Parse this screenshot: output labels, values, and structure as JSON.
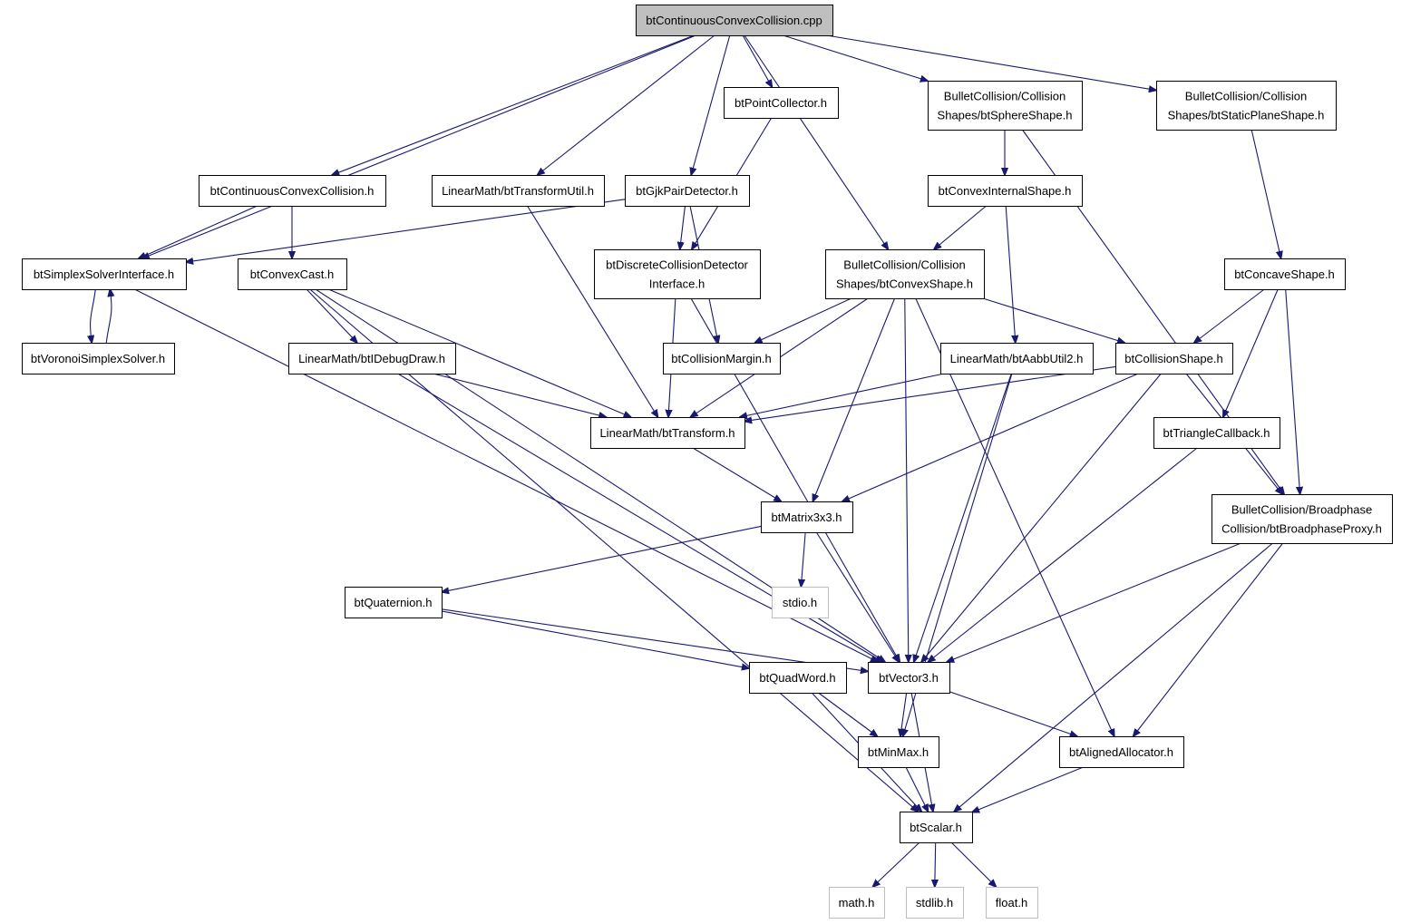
{
  "diagram": {
    "title": "btContinuousConvexCollision.cpp",
    "colors": {
      "edge": "#191970",
      "root_fill": "#bfbfbf",
      "system_border": "#bfbfbf"
    },
    "nodes": [
      {
        "id": "root",
        "lines": [
          "btContinuousConvexCollision.cpp"
        ],
        "kind": "root"
      },
      {
        "id": "pointcollector",
        "lines": [
          "btPointCollector.h"
        ]
      },
      {
        "id": "sphereshape",
        "lines": [
          "BulletCollision/Collision",
          "Shapes/btSphereShape.h"
        ]
      },
      {
        "id": "staticplane",
        "lines": [
          "BulletCollision/Collision",
          "Shapes/btStaticPlaneShape.h"
        ]
      },
      {
        "id": "ccc_h",
        "lines": [
          "btContinuousConvexCollision.h"
        ]
      },
      {
        "id": "transformutil",
        "lines": [
          "LinearMath/btTransformUtil.h"
        ]
      },
      {
        "id": "gjkpair",
        "lines": [
          "btGjkPairDetector.h"
        ]
      },
      {
        "id": "convexinternal",
        "lines": [
          "btConvexInternalShape.h"
        ]
      },
      {
        "id": "simplexsolver",
        "lines": [
          "btSimplexSolverInterface.h"
        ]
      },
      {
        "id": "convexcast",
        "lines": [
          "btConvexCast.h"
        ]
      },
      {
        "id": "discrete",
        "lines": [
          "btDiscreteCollisionDetector",
          "Interface.h"
        ]
      },
      {
        "id": "convexshape",
        "lines": [
          "BulletCollision/Collision",
          "Shapes/btConvexShape.h"
        ]
      },
      {
        "id": "concave",
        "lines": [
          "btConcaveShape.h"
        ]
      },
      {
        "id": "voronoi",
        "lines": [
          "btVoronoiSimplexSolver.h"
        ]
      },
      {
        "id": "idebugdraw",
        "lines": [
          "LinearMath/btIDebugDraw.h"
        ]
      },
      {
        "id": "collisionmargin",
        "lines": [
          "btCollisionMargin.h"
        ]
      },
      {
        "id": "aabbutil",
        "lines": [
          "LinearMath/btAabbUtil2.h"
        ]
      },
      {
        "id": "collisionshape",
        "lines": [
          "btCollisionShape.h"
        ]
      },
      {
        "id": "transform",
        "lines": [
          "LinearMath/btTransform.h"
        ]
      },
      {
        "id": "trianglecb",
        "lines": [
          "btTriangleCallback.h"
        ]
      },
      {
        "id": "broadphase",
        "lines": [
          "BulletCollision/Broadphase",
          "Collision/btBroadphaseProxy.h"
        ]
      },
      {
        "id": "matrix",
        "lines": [
          "btMatrix3x3.h"
        ]
      },
      {
        "id": "quaternion",
        "lines": [
          "btQuaternion.h"
        ]
      },
      {
        "id": "stdio",
        "lines": [
          "stdio.h"
        ],
        "kind": "system"
      },
      {
        "id": "quadword",
        "lines": [
          "btQuadWord.h"
        ]
      },
      {
        "id": "vector3",
        "lines": [
          "btVector3.h"
        ]
      },
      {
        "id": "minmax",
        "lines": [
          "btMinMax.h"
        ]
      },
      {
        "id": "aligned",
        "lines": [
          "btAlignedAllocator.h"
        ]
      },
      {
        "id": "scalar",
        "lines": [
          "btScalar.h"
        ]
      },
      {
        "id": "math",
        "lines": [
          "math.h"
        ],
        "kind": "system"
      },
      {
        "id": "stdlib",
        "lines": [
          "stdlib.h"
        ],
        "kind": "system"
      },
      {
        "id": "float",
        "lines": [
          "float.h"
        ],
        "kind": "system"
      }
    ],
    "edges": [
      [
        "root",
        "simplexsolver"
      ],
      [
        "root",
        "ccc_h"
      ],
      [
        "root",
        "transformutil"
      ],
      [
        "root",
        "gjkpair"
      ],
      [
        "root",
        "pointcollector"
      ],
      [
        "root",
        "convexshape"
      ],
      [
        "root",
        "sphereshape"
      ],
      [
        "root",
        "staticplane"
      ],
      [
        "ccc_h",
        "simplexsolver"
      ],
      [
        "ccc_h",
        "convexcast"
      ],
      [
        "gjkpair",
        "simplexsolver"
      ],
      [
        "gjkpair",
        "discrete"
      ],
      [
        "gjkpair",
        "collisionmargin"
      ],
      [
        "pointcollector",
        "discrete"
      ],
      [
        "transformutil",
        "transform"
      ],
      [
        "sphereshape",
        "convexinternal"
      ],
      [
        "sphereshape",
        "broadphase"
      ],
      [
        "staticplane",
        "concave"
      ],
      [
        "convexinternal",
        "convexshape"
      ],
      [
        "convexinternal",
        "aabbutil"
      ],
      [
        "simplexsolver",
        "voronoi"
      ],
      [
        "voronoi",
        "simplexsolver"
      ],
      [
        "simplexsolver",
        "vector3"
      ],
      [
        "convexcast",
        "idebugdraw"
      ],
      [
        "convexcast",
        "transform"
      ],
      [
        "convexcast",
        "vector3"
      ],
      [
        "convexcast",
        "scalar"
      ],
      [
        "discrete",
        "transform"
      ],
      [
        "discrete",
        "vector3"
      ],
      [
        "convexshape",
        "collisionmargin"
      ],
      [
        "convexshape",
        "transform"
      ],
      [
        "convexshape",
        "matrix"
      ],
      [
        "convexshape",
        "vector3"
      ],
      [
        "convexshape",
        "collisionshape"
      ],
      [
        "convexshape",
        "aligned"
      ],
      [
        "concave",
        "collisionshape"
      ],
      [
        "concave",
        "trianglecb"
      ],
      [
        "concave",
        "broadphase"
      ],
      [
        "idebugdraw",
        "transform"
      ],
      [
        "idebugdraw",
        "vector3"
      ],
      [
        "aabbutil",
        "transform"
      ],
      [
        "aabbutil",
        "vector3"
      ],
      [
        "aabbutil",
        "minmax"
      ],
      [
        "collisionshape",
        "transform"
      ],
      [
        "collisionshape",
        "matrix"
      ],
      [
        "collisionshape",
        "vector3"
      ],
      [
        "collisionshape",
        "broadphase"
      ],
      [
        "transform",
        "matrix"
      ],
      [
        "trianglecb",
        "vector3"
      ],
      [
        "broadphase",
        "vector3"
      ],
      [
        "broadphase",
        "aligned"
      ],
      [
        "broadphase",
        "scalar"
      ],
      [
        "matrix",
        "quaternion"
      ],
      [
        "matrix",
        "stdio"
      ],
      [
        "matrix",
        "vector3"
      ],
      [
        "quaternion",
        "quadword"
      ],
      [
        "quaternion",
        "vector3"
      ],
      [
        "quadword",
        "minmax"
      ],
      [
        "quadword",
        "scalar"
      ],
      [
        "vector3",
        "minmax"
      ],
      [
        "vector3",
        "aligned"
      ],
      [
        "vector3",
        "scalar"
      ],
      [
        "minmax",
        "scalar"
      ],
      [
        "aligned",
        "scalar"
      ],
      [
        "scalar",
        "math"
      ],
      [
        "scalar",
        "stdlib"
      ],
      [
        "scalar",
        "float"
      ]
    ]
  }
}
